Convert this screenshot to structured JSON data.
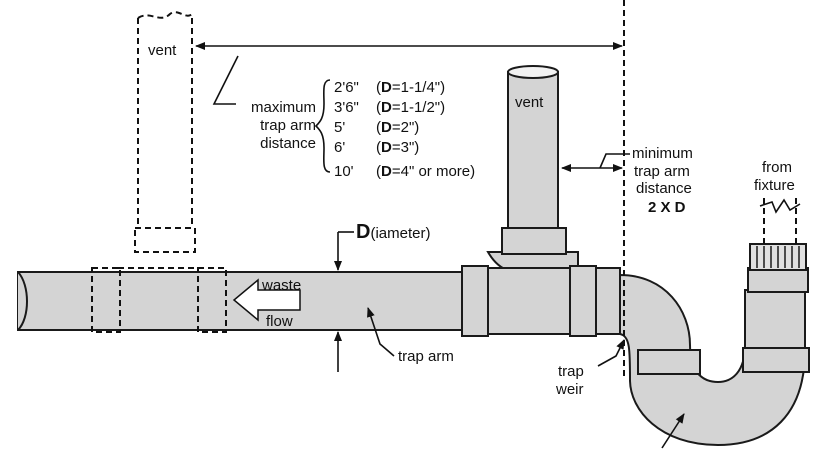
{
  "labels": {
    "vent_left": "vent",
    "vent_right": "vent",
    "maximum": "maximum",
    "trap_arm": "trap arm",
    "distance": "distance",
    "minimum": "minimum",
    "min_trap_arm": "trap arm",
    "min_distance": "distance",
    "two_x_d": "2 X D",
    "from": "from",
    "fixture": "fixture",
    "diameter_d": "D",
    "diameter_rest": "(iameter)",
    "waste": "waste",
    "flow": "flow",
    "trap_arm_pointer": "trap arm",
    "trap": "trap",
    "weir": "weir"
  },
  "distances": [
    {
      "length": "2'6\"",
      "open": "(",
      "d": "D",
      "value": "=1-1/4\")"
    },
    {
      "length": "3'6\"",
      "open": "(",
      "d": "D",
      "value": "=1-1/2\")"
    },
    {
      "length": "5'",
      "open": "(",
      "d": "D",
      "value": "=2\")"
    },
    {
      "length": "6'",
      "open": "(",
      "d": "D",
      "value": "=3\")"
    },
    {
      "length": "10'",
      "open": "(",
      "d": "D",
      "value": "=4\" or more)"
    }
  ]
}
